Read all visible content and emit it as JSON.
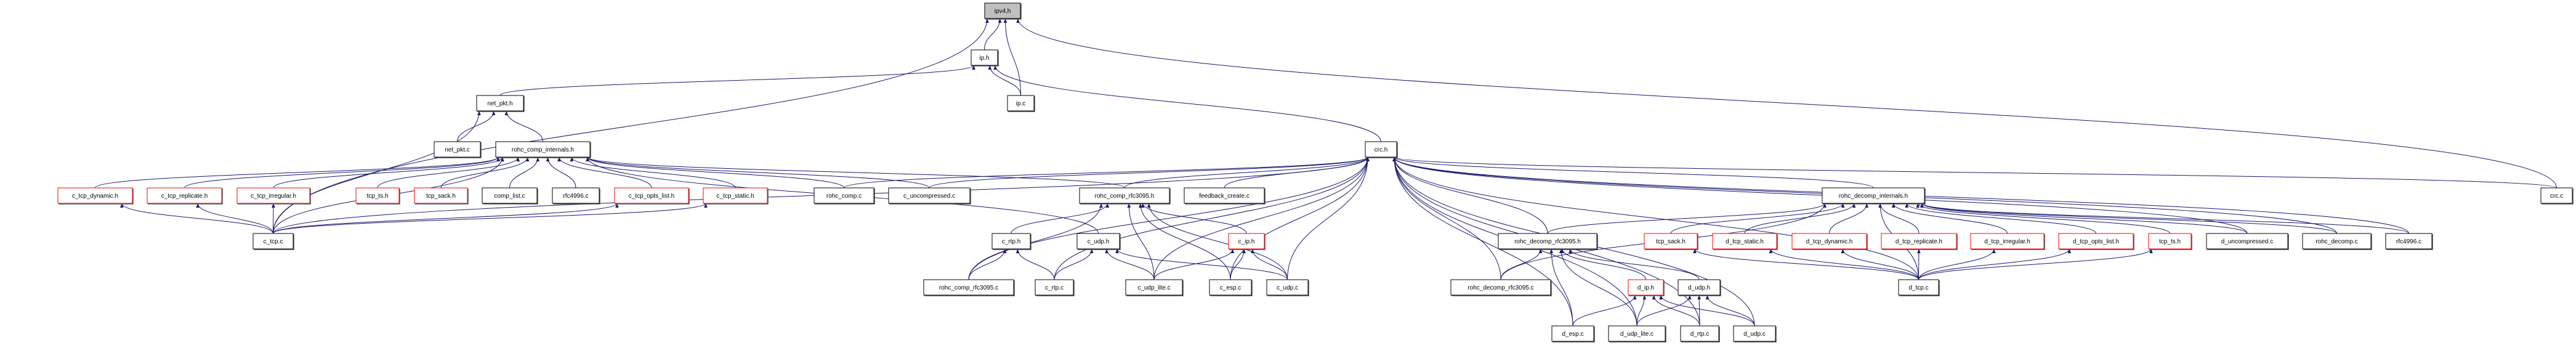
{
  "diagram": {
    "type": "include-dependency-graph",
    "colors": {
      "edge": "#191970",
      "truncated_border": "#ff0000",
      "node_border": "#000000",
      "focus_fill": "#bfbfbf"
    },
    "nodes": [
      {
        "id": "ipv4_h",
        "label": "ipv4.h",
        "focus": true
      },
      {
        "id": "ip_h",
        "label": "ip.h"
      },
      {
        "id": "net_pkt_h",
        "label": "net_pkt.h"
      },
      {
        "id": "ip_c",
        "label": "ip.c"
      },
      {
        "id": "net_pkt_c",
        "label": "net_pkt.c"
      },
      {
        "id": "rohc_comp_internals_h",
        "label": "rohc_comp_internals.h"
      },
      {
        "id": "crc_h",
        "label": "crc.h"
      },
      {
        "id": "c_tcp_dynamic_h",
        "label": "c_tcp_dynamic.h",
        "truncated": true
      },
      {
        "id": "c_tcp_replicate_h",
        "label": "c_tcp_replicate.h",
        "truncated": true
      },
      {
        "id": "c_tcp_irregular_h",
        "label": "c_tcp_irregular.h",
        "truncated": true
      },
      {
        "id": "c_tcp_ts_h",
        "label": "tcp_ts.h",
        "truncated": true
      },
      {
        "id": "c_tcp_sack_h",
        "label": "tcp_sack.h",
        "truncated": true
      },
      {
        "id": "comp_list_c",
        "label": "comp_list.c"
      },
      {
        "id": "c_rfc4996_c",
        "label": "rfc4996.c"
      },
      {
        "id": "c_tcp_opts_list_h",
        "label": "c_tcp_opts_list.h",
        "truncated": true
      },
      {
        "id": "c_tcp_static_h",
        "label": "c_tcp_static.h",
        "truncated": true
      },
      {
        "id": "rohc_comp_c",
        "label": "rohc_comp.c"
      },
      {
        "id": "c_uncompressed_c",
        "label": "c_uncompressed.c"
      },
      {
        "id": "rohc_comp_rfc3095_h",
        "label": "rohc_comp_rfc3095.h"
      },
      {
        "id": "feedback_create_c",
        "label": "feedback_create.c"
      },
      {
        "id": "rohc_decomp_internals_h",
        "label": "rohc_decomp_internals.h"
      },
      {
        "id": "crc_c",
        "label": "crc.c"
      },
      {
        "id": "c_tcp_c",
        "label": "c_tcp.c"
      },
      {
        "id": "c_rtp_h",
        "label": "c_rtp.h"
      },
      {
        "id": "c_udp_h",
        "label": "c_udp.h"
      },
      {
        "id": "c_ip_h",
        "label": "c_ip.h",
        "truncated": true
      },
      {
        "id": "rohc_decomp_rfc3095_h",
        "label": "rohc_decomp_rfc3095.h"
      },
      {
        "id": "d_tcp_sack_h",
        "label": "tcp_sack.h",
        "truncated": true
      },
      {
        "id": "d_tcp_static_h",
        "label": "d_tcp_static.h",
        "truncated": true
      },
      {
        "id": "d_tcp_dynamic_h",
        "label": "d_tcp_dynamic.h",
        "truncated": true
      },
      {
        "id": "d_tcp_replicate_h",
        "label": "d_tcp_replicate.h",
        "truncated": true
      },
      {
        "id": "d_tcp_irregular_h",
        "label": "d_tcp_irregular.h",
        "truncated": true
      },
      {
        "id": "d_tcp_opts_list_h",
        "label": "d_tcp_opts_list.h",
        "truncated": true
      },
      {
        "id": "d_tcp_ts_h",
        "label": "tcp_ts.h",
        "truncated": true
      },
      {
        "id": "d_uncompressed_c",
        "label": "d_uncompressed.c"
      },
      {
        "id": "rohc_decomp_c",
        "label": "rohc_decomp.c"
      },
      {
        "id": "d_rfc4996_c",
        "label": "rfc4996.c"
      },
      {
        "id": "rohc_comp_rfc3095_c",
        "label": "rohc_comp_rfc3095.c"
      },
      {
        "id": "c_rtp_c",
        "label": "c_rtp.c"
      },
      {
        "id": "c_udp_lite_c",
        "label": "c_udp_lite.c"
      },
      {
        "id": "c_esp_c",
        "label": "c_esp.c"
      },
      {
        "id": "c_udp_c",
        "label": "c_udp.c"
      },
      {
        "id": "rohc_decomp_rfc3095_c",
        "label": "rohc_decomp_rfc3095.c"
      },
      {
        "id": "d_ip_h",
        "label": "d_ip.h",
        "truncated": true
      },
      {
        "id": "d_udp_h",
        "label": "d_udp.h"
      },
      {
        "id": "d_tcp_c",
        "label": "d_tcp.c"
      },
      {
        "id": "d_esp_c",
        "label": "d_esp.c"
      },
      {
        "id": "d_udp_lite_c",
        "label": "d_udp_lite.c"
      },
      {
        "id": "d_rtp_c",
        "label": "d_rtp.c"
      },
      {
        "id": "d_udp_c",
        "label": "d_udp.c"
      }
    ],
    "edges": [
      [
        "ip_h",
        "ipv4_h"
      ],
      [
        "ip_c",
        "ipv4_h"
      ],
      [
        "c_tcp_c",
        "ipv4_h"
      ],
      [
        "crc_c",
        "ipv4_h"
      ],
      [
        "ip_c",
        "ip_h"
      ],
      [
        "net_pkt_h",
        "ip_h"
      ],
      [
        "crc_h",
        "ip_h"
      ],
      [
        "net_pkt_c",
        "net_pkt_h"
      ],
      [
        "rohc_comp_internals_h",
        "net_pkt_h"
      ],
      [
        "c_tcp_c",
        "net_pkt_h"
      ],
      [
        "c_tcp_dynamic_h",
        "rohc_comp_internals_h"
      ],
      [
        "c_tcp_replicate_h",
        "rohc_comp_internals_h"
      ],
      [
        "c_tcp_irregular_h",
        "rohc_comp_internals_h"
      ],
      [
        "c_tcp_ts_h",
        "rohc_comp_internals_h"
      ],
      [
        "c_tcp_sack_h",
        "rohc_comp_internals_h"
      ],
      [
        "comp_list_c",
        "rohc_comp_internals_h"
      ],
      [
        "c_rfc4996_c",
        "rohc_comp_internals_h"
      ],
      [
        "c_tcp_opts_list_h",
        "rohc_comp_internals_h"
      ],
      [
        "c_tcp_static_h",
        "rohc_comp_internals_h"
      ],
      [
        "rohc_comp_c",
        "rohc_comp_internals_h"
      ],
      [
        "c_uncompressed_c",
        "rohc_comp_internals_h"
      ],
      [
        "rohc_comp_rfc3095_h",
        "rohc_comp_internals_h"
      ],
      [
        "c_udp_h",
        "rohc_comp_internals_h"
      ],
      [
        "c_tcp_c",
        "rohc_comp_internals_h"
      ],
      [
        "c_tcp_c",
        "c_tcp_dynamic_h"
      ],
      [
        "c_tcp_c",
        "c_tcp_replicate_h"
      ],
      [
        "c_tcp_c",
        "c_tcp_irregular_h"
      ],
      [
        "c_tcp_c",
        "c_tcp_opts_list_h"
      ],
      [
        "c_tcp_c",
        "c_tcp_static_h"
      ],
      [
        "c_tcp_c",
        "crc_h"
      ],
      [
        "rohc_comp_c",
        "crc_h"
      ],
      [
        "c_uncompressed_c",
        "crc_h"
      ],
      [
        "rohc_comp_rfc3095_h",
        "crc_h"
      ],
      [
        "feedback_create_c",
        "crc_h"
      ],
      [
        "rohc_comp_rfc3095_c",
        "crc_h"
      ],
      [
        "c_rtp_c",
        "crc_h"
      ],
      [
        "c_udp_lite_c",
        "crc_h"
      ],
      [
        "c_esp_c",
        "crc_h"
      ],
      [
        "c_udp_c",
        "crc_h"
      ],
      [
        "rohc_decomp_rfc3095_h",
        "crc_h"
      ],
      [
        "rohc_decomp_rfc3095_c",
        "crc_h"
      ],
      [
        "d_esp_c",
        "crc_h"
      ],
      [
        "d_udp_lite_c",
        "crc_h"
      ],
      [
        "rohc_decomp_internals_h",
        "crc_h"
      ],
      [
        "crc_c",
        "crc_h"
      ],
      [
        "d_tcp_c",
        "crc_h"
      ],
      [
        "d_uncompressed_c",
        "crc_h"
      ],
      [
        "rohc_decomp_c",
        "crc_h"
      ],
      [
        "d_rfc4996_c",
        "crc_h"
      ],
      [
        "d_rtp_c",
        "crc_h"
      ],
      [
        "d_udp_c",
        "crc_h"
      ],
      [
        "c_rtp_h",
        "rohc_comp_rfc3095_h"
      ],
      [
        "rohc_comp_rfc3095_c",
        "rohc_comp_rfc3095_h"
      ],
      [
        "c_udp_lite_c",
        "rohc_comp_rfc3095_h"
      ],
      [
        "c_esp_c",
        "rohc_comp_rfc3095_h"
      ],
      [
        "c_ip_h",
        "rohc_comp_rfc3095_h"
      ],
      [
        "c_udp_c",
        "rohc_comp_rfc3095_h"
      ],
      [
        "rohc_comp_rfc3095_c",
        "c_rtp_h"
      ],
      [
        "c_rtp_c",
        "c_rtp_h"
      ],
      [
        "c_rtp_c",
        "c_udp_h"
      ],
      [
        "c_udp_lite_c",
        "c_udp_h"
      ],
      [
        "c_udp_c",
        "c_udp_h"
      ],
      [
        "c_esp_c",
        "c_ip_h"
      ],
      [
        "c_udp_c",
        "c_ip_h"
      ],
      [
        "c_udp_lite_c",
        "c_ip_h"
      ],
      [
        "rohc_decomp_rfc3095_h",
        "rohc_decomp_internals_h"
      ],
      [
        "rohc_decomp_rfc3095_c",
        "rohc_decomp_internals_h"
      ],
      [
        "d_tcp_sack_h",
        "rohc_decomp_internals_h"
      ],
      [
        "d_tcp_static_h",
        "rohc_decomp_internals_h"
      ],
      [
        "d_tcp_dynamic_h",
        "rohc_decomp_internals_h"
      ],
      [
        "d_tcp_replicate_h",
        "rohc_decomp_internals_h"
      ],
      [
        "d_tcp_irregular_h",
        "rohc_decomp_internals_h"
      ],
      [
        "d_tcp_opts_list_h",
        "rohc_decomp_internals_h"
      ],
      [
        "d_tcp_ts_h",
        "rohc_decomp_internals_h"
      ],
      [
        "d_uncompressed_c",
        "rohc_decomp_internals_h"
      ],
      [
        "rohc_decomp_c",
        "rohc_decomp_internals_h"
      ],
      [
        "d_rfc4996_c",
        "rohc_decomp_internals_h"
      ],
      [
        "d_tcp_c",
        "rohc_decomp_internals_h"
      ],
      [
        "d_tcp_c",
        "d_tcp_sack_h"
      ],
      [
        "d_tcp_c",
        "d_tcp_static_h"
      ],
      [
        "d_tcp_c",
        "d_tcp_dynamic_h"
      ],
      [
        "d_tcp_c",
        "d_tcp_replicate_h"
      ],
      [
        "d_tcp_c",
        "d_tcp_irregular_h"
      ],
      [
        "d_tcp_c",
        "d_tcp_opts_list_h"
      ],
      [
        "d_tcp_c",
        "d_tcp_ts_h"
      ],
      [
        "rohc_decomp_rfc3095_c",
        "rohc_decomp_rfc3095_h"
      ],
      [
        "d_ip_h",
        "rohc_decomp_rfc3095_h"
      ],
      [
        "d_udp_h",
        "rohc_decomp_rfc3095_h"
      ],
      [
        "d_esp_c",
        "rohc_decomp_rfc3095_h"
      ],
      [
        "d_udp_lite_c",
        "rohc_decomp_rfc3095_h"
      ],
      [
        "d_esp_c",
        "d_ip_h"
      ],
      [
        "d_udp_lite_c",
        "d_ip_h"
      ],
      [
        "d_rtp_c",
        "d_ip_h"
      ],
      [
        "d_udp_c",
        "d_ip_h"
      ],
      [
        "d_udp_lite_c",
        "d_udp_h"
      ],
      [
        "d_rtp_c",
        "d_udp_h"
      ],
      [
        "d_udp_c",
        "d_udp_h"
      ]
    ]
  }
}
